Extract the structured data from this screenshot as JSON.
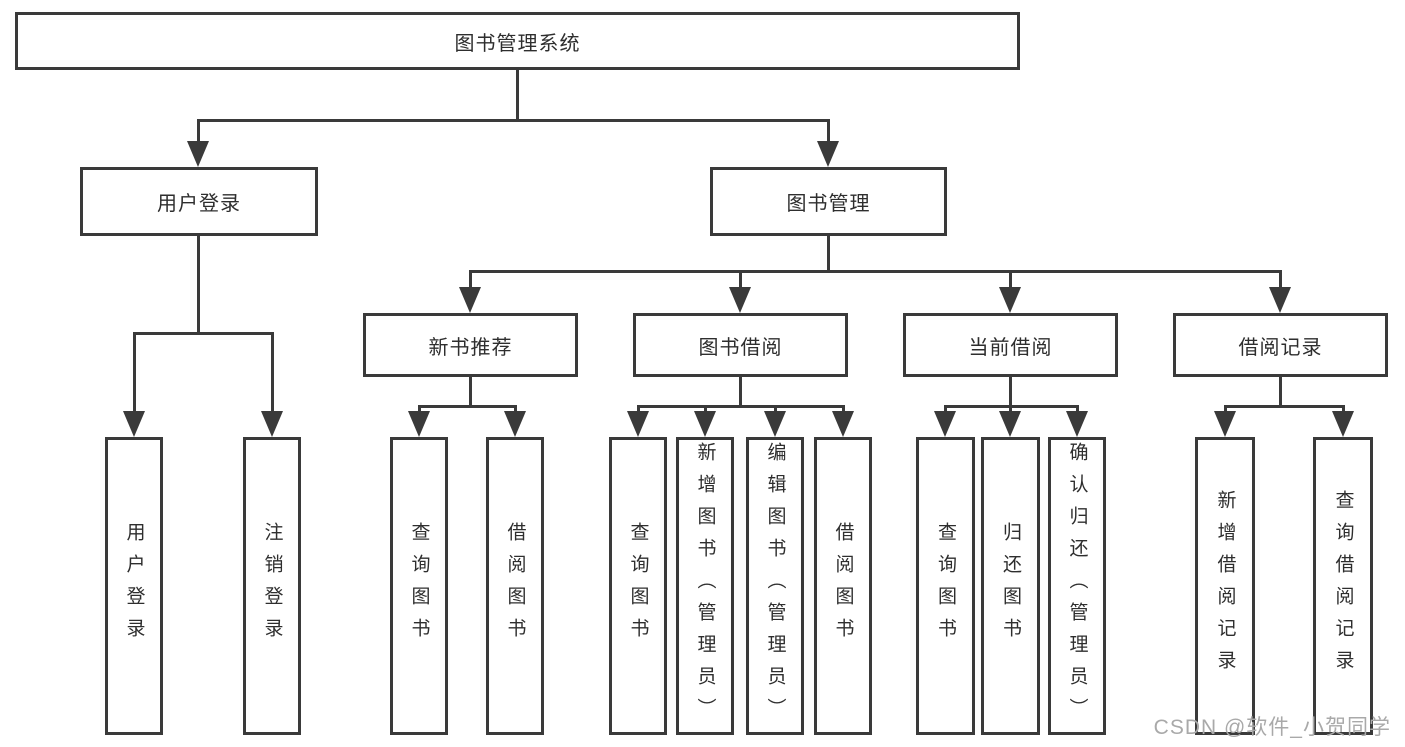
{
  "diagram": {
    "watermark": "CSDN @软件_小贺同学",
    "colors": {
      "line": "#3a3a3a",
      "text": "#2e2e2e",
      "background": "#ffffff",
      "watermark": "#a9a9a9"
    },
    "tree": {
      "label": "图书管理系统",
      "children": [
        {
          "label": "用户登录",
          "children": [
            {
              "label": "用户登录"
            },
            {
              "label": "注销登录"
            }
          ]
        },
        {
          "label": "图书管理",
          "children": [
            {
              "label": "新书推荐",
              "children": [
                {
                  "label": "查询图书"
                },
                {
                  "label": "借阅图书"
                }
              ]
            },
            {
              "label": "图书借阅",
              "children": [
                {
                  "label": "查询图书"
                },
                {
                  "label": "新增图书（管理员）"
                },
                {
                  "label": "编辑图书（管理员）"
                },
                {
                  "label": "借阅图书"
                }
              ]
            },
            {
              "label": "当前借阅",
              "children": [
                {
                  "label": "查询图书"
                },
                {
                  "label": "归还图书"
                },
                {
                  "label": "确认归还（管理员）"
                }
              ]
            },
            {
              "label": "借阅记录",
              "children": [
                {
                  "label": "新增借阅记录"
                },
                {
                  "label": "查询借阅记录"
                }
              ]
            }
          ]
        }
      ]
    }
  }
}
